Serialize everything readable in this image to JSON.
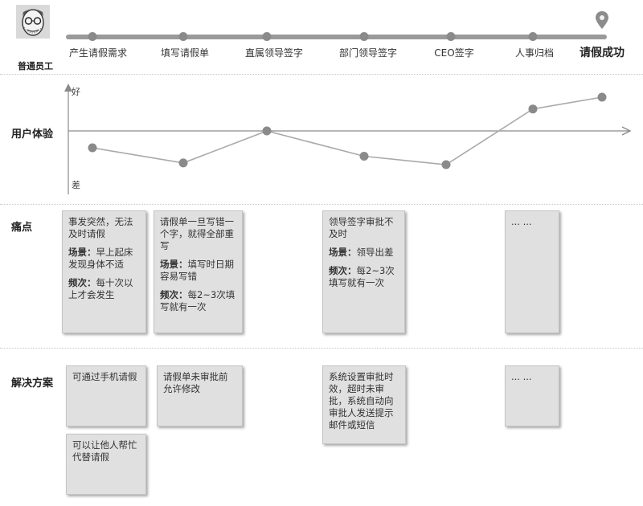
{
  "persona": {
    "name": "普通员工"
  },
  "stages": [
    "产生请假需求",
    "填写请假单",
    "直属领导签字",
    "部门领导签字",
    "CEO签字",
    "人事归档"
  ],
  "final_stage": "请假成功",
  "rows": {
    "experience": "用户体验",
    "pain": "痛点",
    "solution": "解决方案"
  },
  "chart_data": {
    "type": "line",
    "categories": [
      "产生请假需求",
      "填写请假单",
      "直属领导签字",
      "部门领导签字",
      "CEO签字",
      "人事归档",
      "请假成功"
    ],
    "series": [
      {
        "values": [
          -0.5,
          -0.95,
          0,
          -0.75,
          -1.0,
          0.65,
          1.0
        ]
      }
    ],
    "y_axis": {
      "top_label": "好",
      "bottom_label": "差"
    },
    "ylim": [
      -1.5,
      1.2
    ]
  },
  "pain_points": [
    {
      "text": "事发突然，无法及时请假",
      "scene_label": "场景：",
      "scene": "早上起床发现身体不适",
      "freq_label": "频次：",
      "freq": "每十次以上才会发生"
    },
    {
      "text": "请假单一旦写错一个字，就得全部重写",
      "scene_label": "场景：",
      "scene": "填写时日期容易写错",
      "freq_label": "频次：",
      "freq": "每2~3次填写就有一次"
    },
    {
      "text": "领导签字审批不及时",
      "scene_label": "场景：",
      "scene": "领导出差",
      "freq_label": "频次：",
      "freq": "每2~3次填写就有一次"
    },
    {
      "text": "... ..."
    }
  ],
  "solutions": [
    {
      "text": "可通过手机请假"
    },
    {
      "text": "请假单未审批前允许修改"
    },
    {
      "text": "系统设置审批时效，超时未审批，系统自动向审批人发送提示邮件或短信"
    },
    {
      "text": "... ..."
    },
    {
      "text": "可以让他人帮忙代替请假"
    }
  ]
}
